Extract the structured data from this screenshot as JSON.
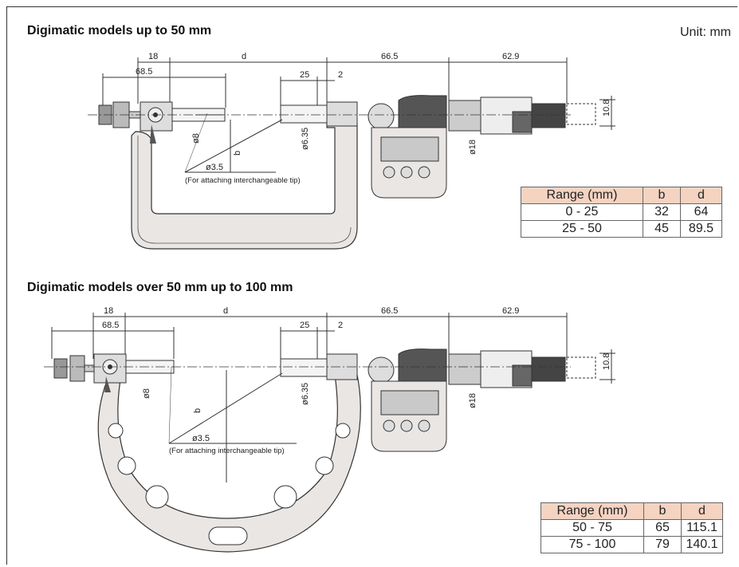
{
  "unit_label": "Unit: mm",
  "section1": {
    "title": "Digimatic models up to 50 mm",
    "dims": {
      "d18": "18",
      "d68_5": "68.5",
      "d": "d",
      "d66_5": "66.5",
      "d62_9": "62.9",
      "d25": "25",
      "d2": "2",
      "d10_8": "10.8",
      "dia8": "ø8",
      "dia6_35": "ø6.35",
      "dia18": "ø18",
      "b": "b",
      "dia3_5": "ø3.5"
    },
    "tip_note": "(For attaching interchangeable tip)",
    "table": {
      "headers": [
        "Range (mm)",
        "b",
        "d"
      ],
      "rows": [
        [
          "0 - 25",
          "32",
          "64"
        ],
        [
          "25 - 50",
          "45",
          "89.5"
        ]
      ]
    }
  },
  "section2": {
    "title": "Digimatic models over 50 mm up to 100 mm",
    "dims": {
      "d18": "18",
      "d68_5": "68.5",
      "d": "d",
      "d66_5": "66.5",
      "d62_9": "62.9",
      "d25": "25",
      "d2": "2",
      "d10_8": "10.8",
      "dia8": "ø8",
      "dia6_35": "ø6.35",
      "dia18": "ø18",
      "b": "b",
      "dia3_5": "ø3.5"
    },
    "tip_note": "(For attaching interchangeable tip)",
    "table": {
      "headers": [
        "Range (mm)",
        "b",
        "d"
      ],
      "rows": [
        [
          "50 - 75",
          "65",
          "115.1"
        ],
        [
          "75 - 100",
          "79",
          "140.1"
        ]
      ]
    }
  },
  "colors": {
    "frame_fill": "#e9e6e4",
    "header_fill": "#f4d3c1",
    "display_fill": "#c9c9c9"
  }
}
